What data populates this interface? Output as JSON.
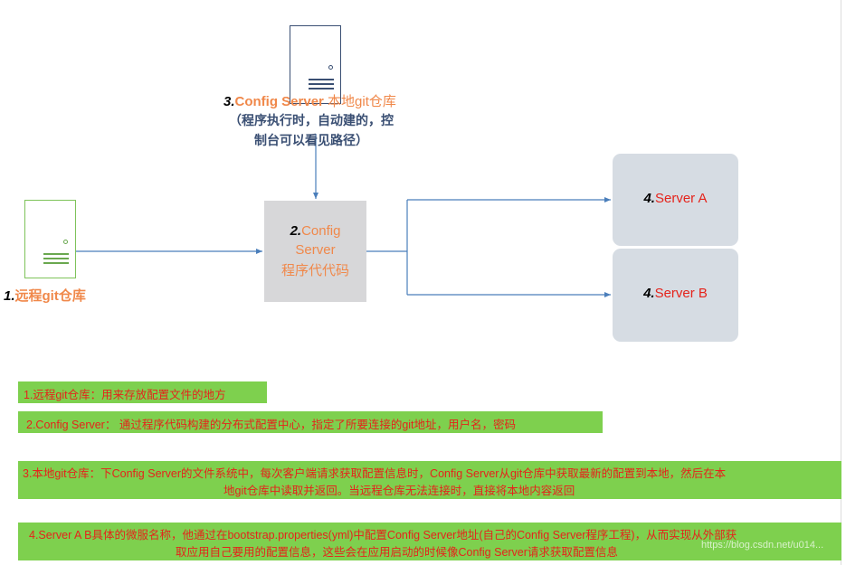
{
  "nodes": {
    "remote_repo": {
      "number": "1.",
      "label": "远程git仓库"
    },
    "local_repo": {
      "number": "3.",
      "title": "Config Server",
      "suffix": " 本地git仓库",
      "note_line1": "（程序执行时，自动建的，控",
      "note_line2": "制台可以看见路径）"
    },
    "config_server": {
      "number": "2.",
      "line1": "Config",
      "line2": "Server",
      "line3": "程序代代码"
    },
    "server_a": {
      "number": "4.",
      "label": "Server A"
    },
    "server_b": {
      "number": "4.",
      "label": "Server B"
    }
  },
  "notes": [
    {
      "line1": "1.远程git仓库：用来存放配置文件的地方"
    },
    {
      "line1": "2.Config Server： 通过程序代码构建的分布式配置中心，指定了所要连接的git地址，用户名，密码"
    },
    {
      "line1": "3.本地git仓库：下Config Server的文件系统中，每次客户端请求获取配置信息时，Config Server从git仓库中获取最新的配置到本地，然后在本",
      "line2": "地git仓库中读取并返回。当远程仓库无法连接时，直接将本地内容返回"
    },
    {
      "line1": "4.Server A B具体的微服名称，他通过在bootstrap.properties(yml)中配置Config Server地址(自己的Config Server程序工程)，从而实现从外部获",
      "line2": "取应用自己要用的配置信息，这些会在应用启动的时候像Config Server请求获取配置信息"
    }
  ],
  "watermark": "https://blog.csdn.net/u014..."
}
